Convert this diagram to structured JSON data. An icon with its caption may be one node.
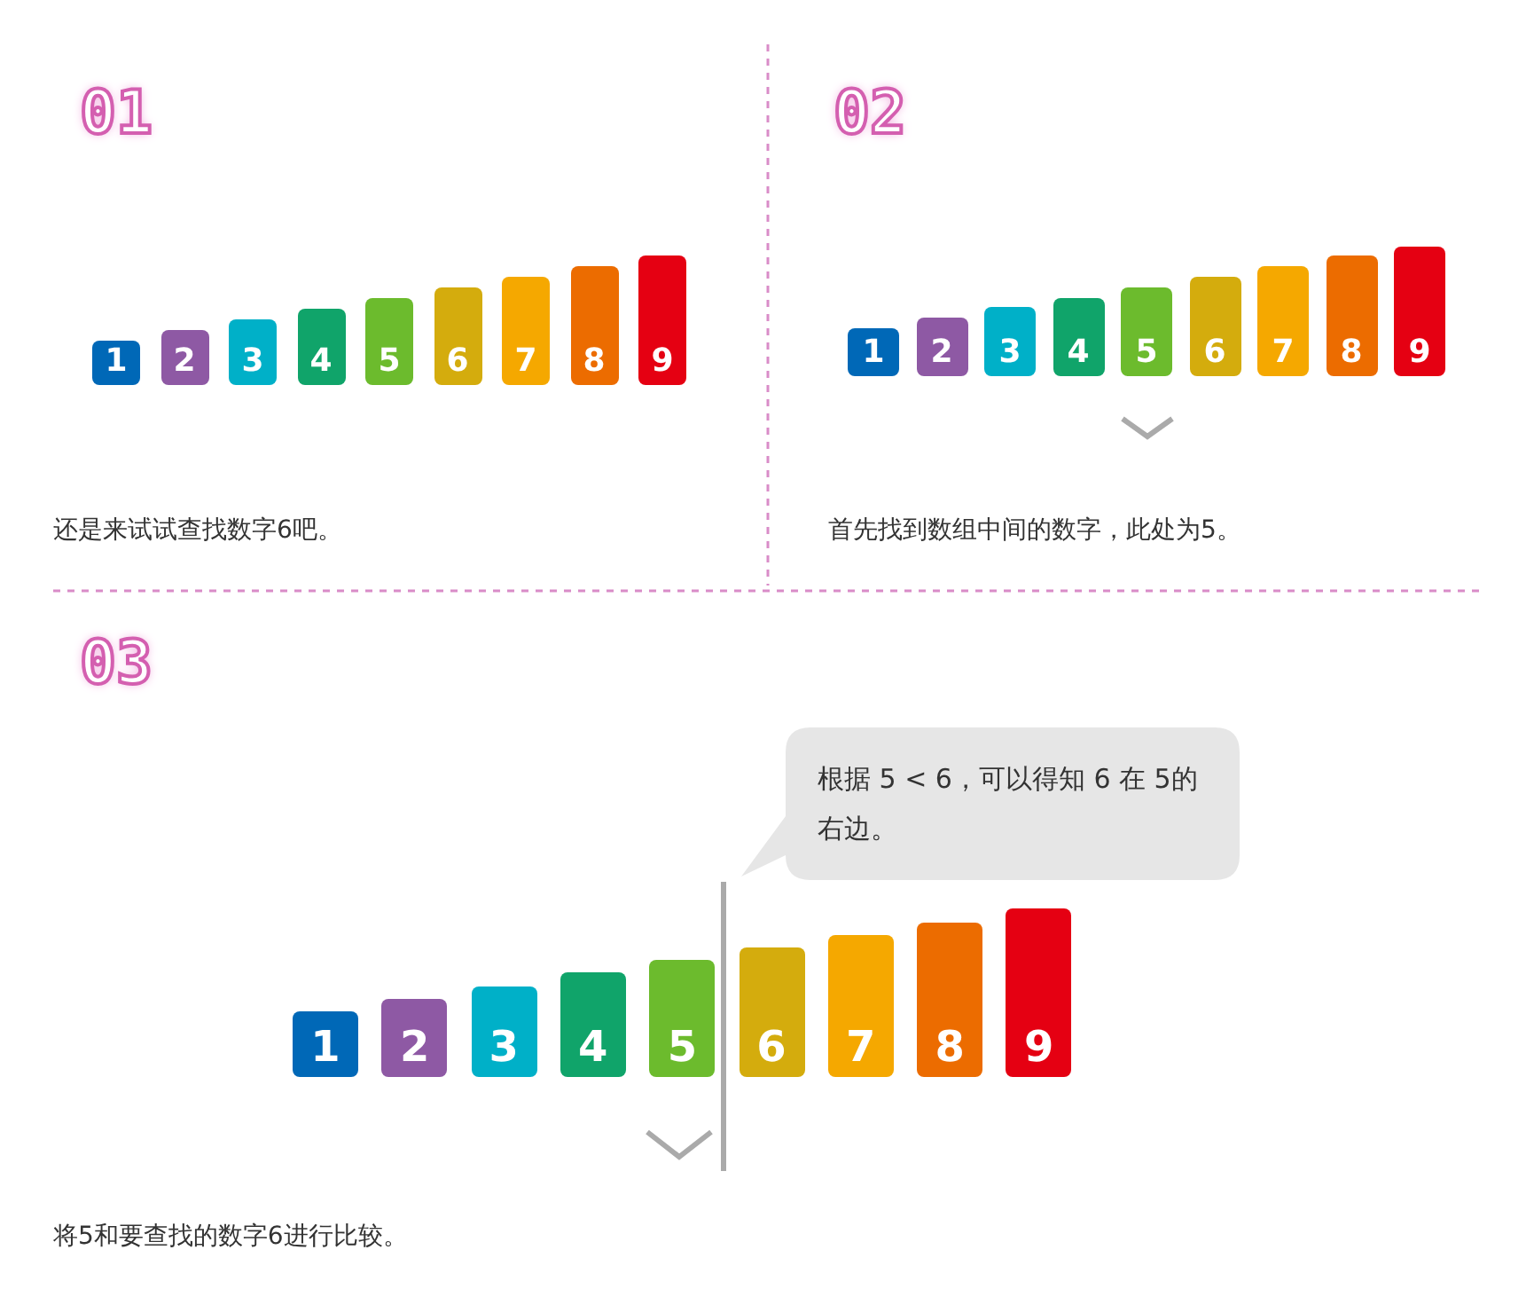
{
  "diagram": {
    "nodes": [
      {
        "text": [
          "1"
        ]
      },
      {
        "text": [
          "2"
        ]
      },
      {
        "text": [
          "3"
        ]
      },
      {
        "text": [
          "4"
        ]
      },
      {
        "text": [
          "5"
        ]
      },
      {
        "text": [
          "6"
        ]
      },
      {
        "text": [
          "7"
        ]
      },
      {
        "text": [
          "8"
        ]
      },
      {
        "text": [
          "9"
        ]
      },
      {
        "text": [
          "1"
        ]
      },
      {
        "text": [
          "2"
        ]
      },
      {
        "text": [
          "3"
        ]
      },
      {
        "text": [
          "4"
        ]
      },
      {
        "text": [
          "5"
        ]
      },
      {
        "text": [
          "6"
        ]
      },
      {
        "text": [
          "7"
        ]
      },
      {
        "text": [
          "8"
        ]
      },
      {
        "text": [
          "9"
        ]
      },
      {
        "text": [
          "根据 5 < 6，可以得知 6 在 5的右边。"
        ]
      },
      {
        "text": [
          "1"
        ]
      },
      {
        "text": [
          "2"
        ]
      },
      {
        "text": [
          "3"
        ]
      },
      {
        "text": [
          "4"
        ]
      },
      {
        "text": [
          "5"
        ]
      },
      {
        "text": [
          "6"
        ]
      },
      {
        "text": [
          "7"
        ]
      },
      {
        "text": [
          "8"
        ]
      },
      {
        "text": [
          "9"
        ]
      }
    ],
    "labels": [
      "01",
      "还是来试试查找数字6吧。",
      "02",
      "首先找到数组中间的数字，此处为5。",
      "03",
      "将5和要查找的数字6进行比较。"
    ]
  }
}
